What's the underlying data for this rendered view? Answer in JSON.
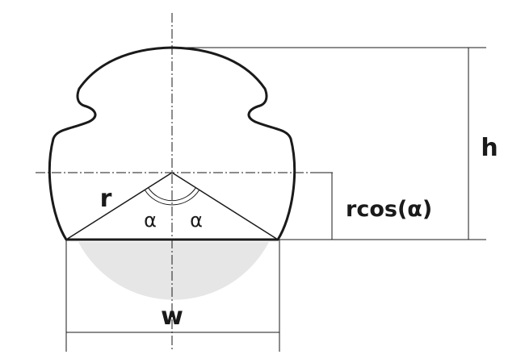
{
  "labels": {
    "h": "h",
    "w": "w",
    "r": "r",
    "alpha_left": "α",
    "alpha_right": "α",
    "rcos": "rcos(α)"
  },
  "colors": {
    "outline": "#1a1a1a",
    "thin_line": "#1a1a1a",
    "segment_fill": "#e6e6e6"
  }
}
